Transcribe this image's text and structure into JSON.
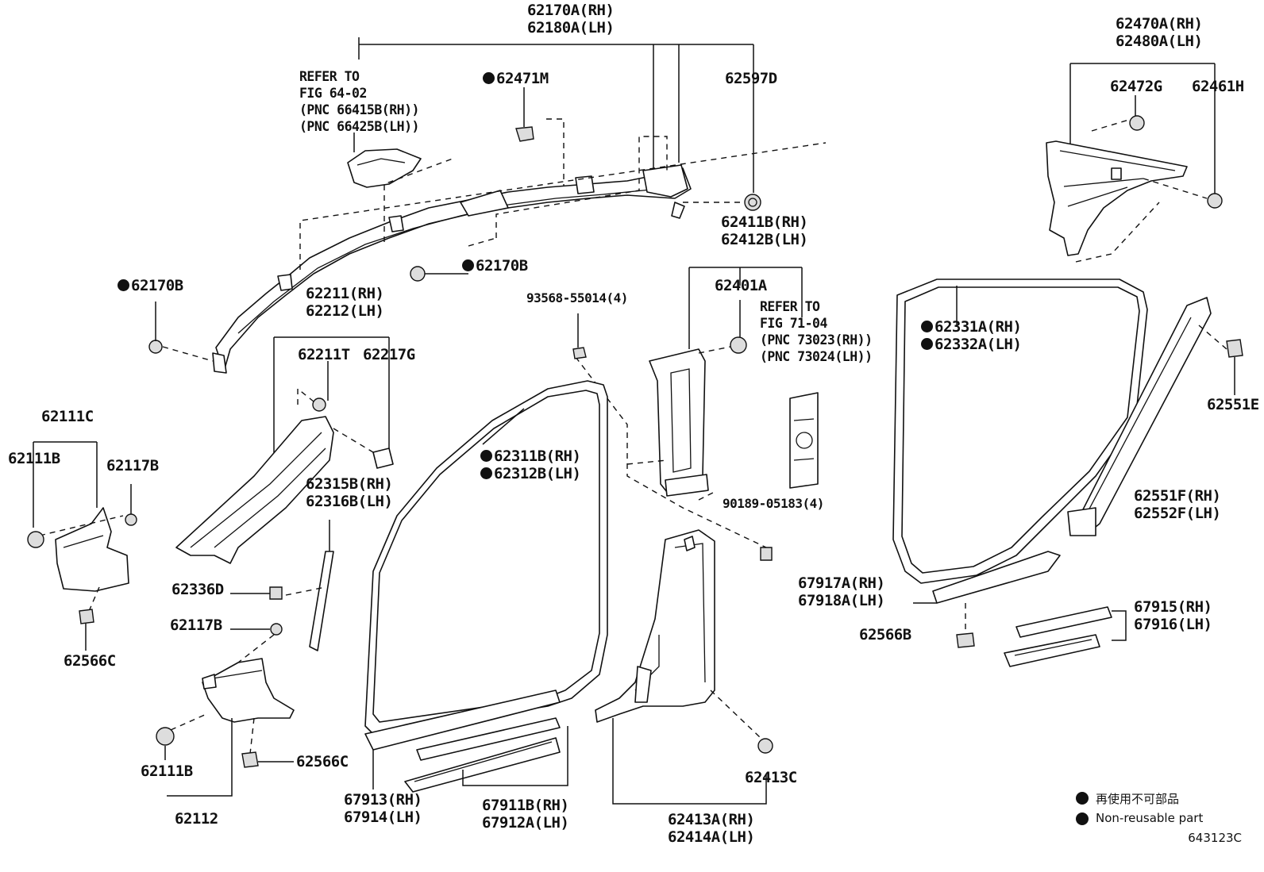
{
  "labels": [
    {
      "id": "l_62170A",
      "text": "62170A(RH)"
    },
    {
      "id": "l_62180A",
      "text": "62180A(LH)"
    },
    {
      "id": "l_refer1",
      "text": "REFER TO"
    },
    {
      "id": "l_fig6402",
      "text": "FIG 64-02"
    },
    {
      "id": "l_pnc66415",
      "text": "(PNC 66415B(RH))"
    },
    {
      "id": "l_pnc66425",
      "text": "(PNC 66425B(LH))"
    },
    {
      "id": "l_62471M",
      "text": "62471M",
      "nonreusable": true
    },
    {
      "id": "l_62597D",
      "text": "62597D"
    },
    {
      "id": "l_62470A",
      "text": "62470A(RH)"
    },
    {
      "id": "l_62480A",
      "text": "62480A(LH)"
    },
    {
      "id": "l_62472G",
      "text": "62472G"
    },
    {
      "id": "l_62461H",
      "text": "62461H"
    },
    {
      "id": "l_62170B_a",
      "text": "62170B",
      "nonreusable": true
    },
    {
      "id": "l_62170B_b",
      "text": "62170B",
      "nonreusable": true
    },
    {
      "id": "l_62411B",
      "text": "62411B(RH)"
    },
    {
      "id": "l_62412B",
      "text": "62412B(LH)"
    },
    {
      "id": "l_62401A",
      "text": "62401A"
    },
    {
      "id": "l_refer2",
      "text": "REFER TO"
    },
    {
      "id": "l_fig7104",
      "text": "FIG 71-04"
    },
    {
      "id": "l_pnc73023",
      "text": "(PNC 73023(RH))"
    },
    {
      "id": "l_pnc73024",
      "text": "(PNC 73024(LH))"
    },
    {
      "id": "l_62331A",
      "text": "62331A(RH)",
      "nonreusable": true
    },
    {
      "id": "l_62332A",
      "text": "62332A(LH)",
      "nonreusable": true
    },
    {
      "id": "l_62211",
      "text": "62211(RH)"
    },
    {
      "id": "l_62212",
      "text": "62212(LH)"
    },
    {
      "id": "l_62211T",
      "text": "62211T"
    },
    {
      "id": "l_62217G",
      "text": "62217G"
    },
    {
      "id": "l_93568",
      "text": "93568-55014(4)"
    },
    {
      "id": "l_62551E",
      "text": "62551E"
    },
    {
      "id": "l_62111C",
      "text": "62111C"
    },
    {
      "id": "l_62111B_a",
      "text": "62111B"
    },
    {
      "id": "l_62117B_a",
      "text": "62117B"
    },
    {
      "id": "l_62311B",
      "text": "62311B(RH)",
      "nonreusable": true
    },
    {
      "id": "l_62312B",
      "text": "62312B(LH)",
      "nonreusable": true
    },
    {
      "id": "l_62315B",
      "text": "62315B(RH)"
    },
    {
      "id": "l_62316B",
      "text": "62316B(LH)"
    },
    {
      "id": "l_62551F",
      "text": "62551F(RH)"
    },
    {
      "id": "l_62552F",
      "text": "62552F(LH)"
    },
    {
      "id": "l_90189",
      "text": "90189-05183(4)"
    },
    {
      "id": "l_62336D",
      "text": "62336D"
    },
    {
      "id": "l_67917A",
      "text": "67917A(RH)"
    },
    {
      "id": "l_67918A",
      "text": "67918A(LH)"
    },
    {
      "id": "l_62117B_b",
      "text": "62117B"
    },
    {
      "id": "l_67915",
      "text": "67915(RH)"
    },
    {
      "id": "l_67916",
      "text": "67916(LH)"
    },
    {
      "id": "l_62566B",
      "text": "62566B"
    },
    {
      "id": "l_62566C_a",
      "text": "62566C"
    },
    {
      "id": "l_62566C_b",
      "text": "62566C"
    },
    {
      "id": "l_62111B_b",
      "text": "62111B"
    },
    {
      "id": "l_62413C",
      "text": "62413C"
    },
    {
      "id": "l_62112",
      "text": "62112"
    },
    {
      "id": "l_67913",
      "text": "67913(RH)"
    },
    {
      "id": "l_67914",
      "text": "67914(LH)"
    },
    {
      "id": "l_67911B",
      "text": "67911B(RH)"
    },
    {
      "id": "l_67912A",
      "text": "67912A(LH)"
    },
    {
      "id": "l_62413A",
      "text": "62413A(RH)"
    },
    {
      "id": "l_62414A",
      "text": "62414A(LH)"
    }
  ],
  "legend": {
    "jp": "再使用不可部品",
    "en": "Non-reusable part"
  },
  "figure_code": "643123C"
}
